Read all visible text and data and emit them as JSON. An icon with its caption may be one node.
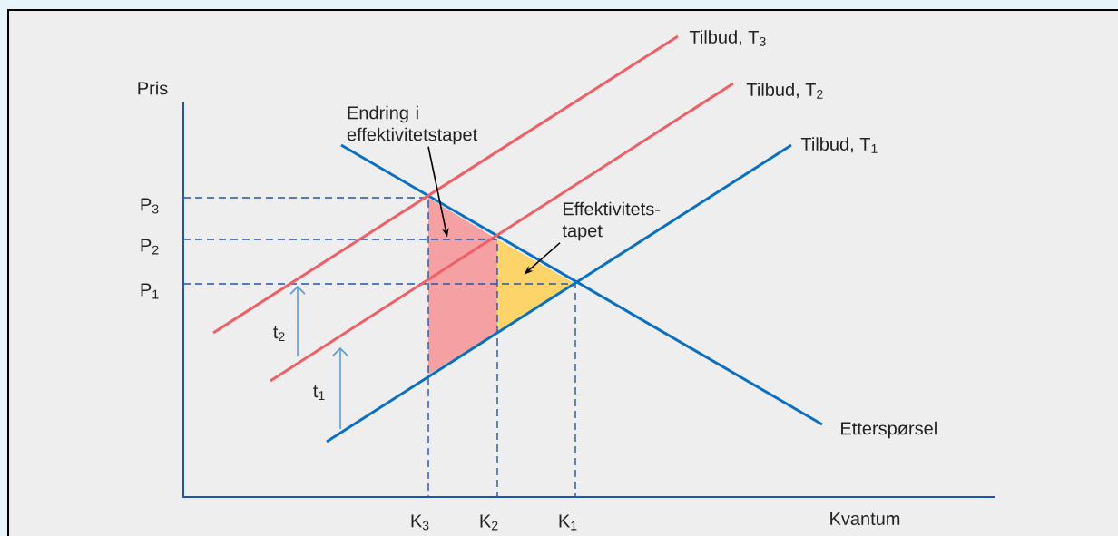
{
  "diagram": {
    "nodes": [
      {
        "text": [
          "Endring i effektivitetstapet"
        ]
      },
      {
        "text": [],
        "shape": "trapezoid"
      },
      {
        "text": [
          "Effektivitets- tapet"
        ]
      },
      {
        "text": [],
        "shape": "triangle"
      }
    ],
    "edges": [
      {
        "from": 0,
        "to": 1,
        "arrow": "to"
      },
      {
        "from": 2,
        "to": 3,
        "arrow": "to"
      }
    ],
    "labels": [
      "Tilbud, T$_{3}$",
      "Pris",
      "Tilbud, T$_{2}$",
      "Tilbud, T$_{1}$",
      "P$_{3}$",
      "P$_{2}$",
      "P$_{1}$",
      "t$_{2}$",
      "t$_{1}$",
      "Etterspørsel",
      "K$_{3}$",
      "K$_{2}$",
      "K$_{1}$",
      "Kvantum"
    ]
  }
}
